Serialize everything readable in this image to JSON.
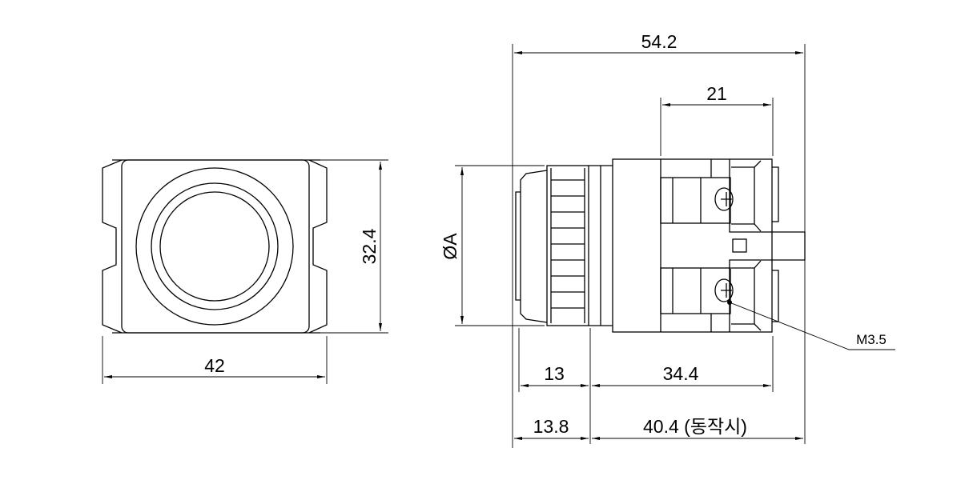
{
  "dimensions": {
    "width": "42",
    "height": "32.4",
    "overall_length": "54.2",
    "terminal_length": "21",
    "diameter": "ØA",
    "front_length": "13",
    "body_length": "34.4",
    "front_length_pressed": "13.8",
    "body_length_pressed": "40.4 (동작시)",
    "screw": "M3.5"
  }
}
